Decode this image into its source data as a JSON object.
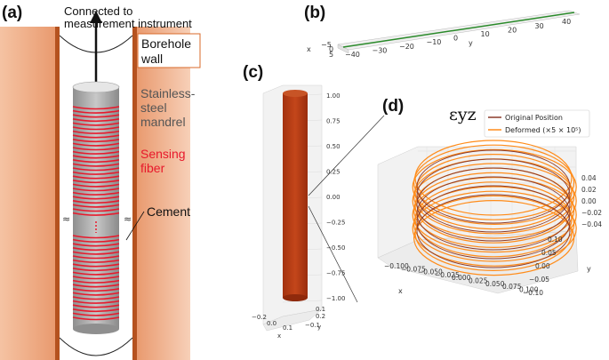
{
  "panels": {
    "a": {
      "label": "(a)",
      "top_text": "Connected to\nmeasurement instrument",
      "borehole_wall": "Borehole\nwall",
      "mandrel": "Stainless-\nsteel\nmandrel",
      "fiber": "Sensing\nfiber",
      "cement": "Cement",
      "fiber_color": "#e8182b",
      "formation_color": "#f0a77c",
      "casing_color": "#b5521f",
      "mandrel_color": "#a9a9a9"
    },
    "b": {
      "label": "(b)",
      "axis_y_ticks": [
        "−40",
        "−30",
        "−20",
        "−10",
        "0",
        "10",
        "20",
        "30",
        "40"
      ],
      "axis_y_label": "y",
      "axis_x_label": "x",
      "axis_x_ticks": [
        "−5",
        "0",
        "5"
      ]
    },
    "c": {
      "label": "(c)",
      "z_ticks": [
        "1.00",
        "0.75",
        "0.50",
        "0.25",
        "0.00",
        "−0.25",
        "−0.50",
        "−0.75",
        "−1.00"
      ],
      "x_ticks": [
        "−0.2",
        "0.0",
        "0.1"
      ],
      "y_ticks": [
        "0.1",
        "0.2",
        "−0.1"
      ],
      "x_label": "x",
      "y_label": "y",
      "cylinder_color": "#b53a12"
    },
    "d": {
      "label": "(d)",
      "title": "εyz",
      "legend_original": "Original Position",
      "legend_deformed": "Deformed (×5 × 10⁵)",
      "original_color": "#8b3a2a",
      "deformed_color": "#ff8c1a",
      "x_ticks": [
        "−0.100",
        "−0.075",
        "−0.050",
        "−0.025",
        "0.000",
        "0.025",
        "0.050",
        "0.075",
        "0.100"
      ],
      "x_label": "x",
      "y_ticks": [
        "0.10",
        "0.05",
        "0.00",
        "−0.05",
        "−0.10"
      ],
      "y_label": "y",
      "z_ticks": [
        "0.04",
        "0.02",
        "0.00",
        "−0.02",
        "−0.04"
      ]
    }
  }
}
